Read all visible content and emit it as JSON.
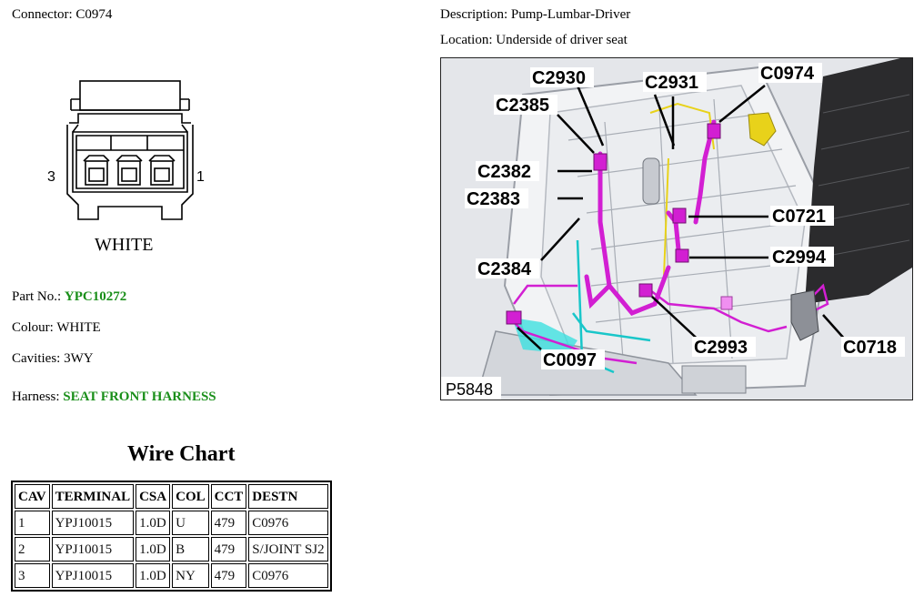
{
  "connector": {
    "label": "Connector:",
    "value": "C0974"
  },
  "description": {
    "label": "Description:",
    "value": "Pump-Lumbar-Driver"
  },
  "location": {
    "label": "Location:",
    "value": "Underside of driver seat"
  },
  "drawing": {
    "pin_left": "3",
    "pin_right": "1",
    "colour_caption": "WHITE"
  },
  "part_no": {
    "label": "Part No.:",
    "value": "YPC10272"
  },
  "colour": {
    "label": "Colour:",
    "value": "WHITE"
  },
  "cavities": {
    "label": "Cavities:",
    "value": "3WY"
  },
  "harness": {
    "label": "Harness:",
    "value": "SEAT FRONT HARNESS"
  },
  "wire_chart": {
    "title": "Wire Chart",
    "headers": [
      "CAV",
      "TERMINAL",
      "CSA",
      "COL",
      "CCT",
      "DESTN"
    ],
    "rows": [
      [
        "1",
        "YPJ10015",
        "1.0D",
        "U",
        "479",
        "C0976"
      ],
      [
        "2",
        "YPJ10015",
        "1.0D",
        "B",
        "479",
        "S/JOINT SJ2"
      ],
      [
        "3",
        "YPJ10015",
        "1.0D",
        "NY",
        "479",
        "C0976"
      ]
    ]
  },
  "photo": {
    "ref": "P5848",
    "callouts": [
      "C2930",
      "C2931",
      "C0974",
      "C2385",
      "C2382",
      "C2383",
      "C0721",
      "C2994",
      "C2384",
      "C2993",
      "C0718",
      "C0097"
    ]
  },
  "colors": {
    "accent_green": "#1a8f1a",
    "wire_magenta": "#d21fd2",
    "wire_cyan": "#19c6c9",
    "connector_yellow": "#e8d21a"
  }
}
